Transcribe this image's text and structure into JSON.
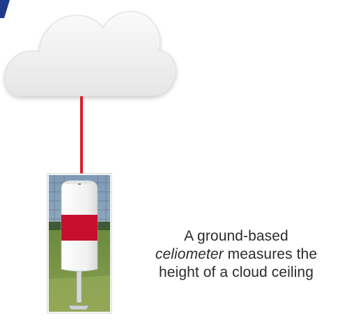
{
  "caption": {
    "line1": "A ground-based",
    "term": "celiometer",
    "line2_rest": " measures the",
    "line3": "height of a cloud ceiling"
  },
  "icons": {
    "cloud": "cloud-icon",
    "laser_beam": "laser-beam-line",
    "device_photo": "celiometer-photo"
  },
  "colors": {
    "cloud_fill": "#efefef",
    "laser": "#d8202c",
    "caption_text": "#2b2b2b",
    "corner_mark": "#1f3a8a",
    "device_red_band": "#c8102e"
  }
}
